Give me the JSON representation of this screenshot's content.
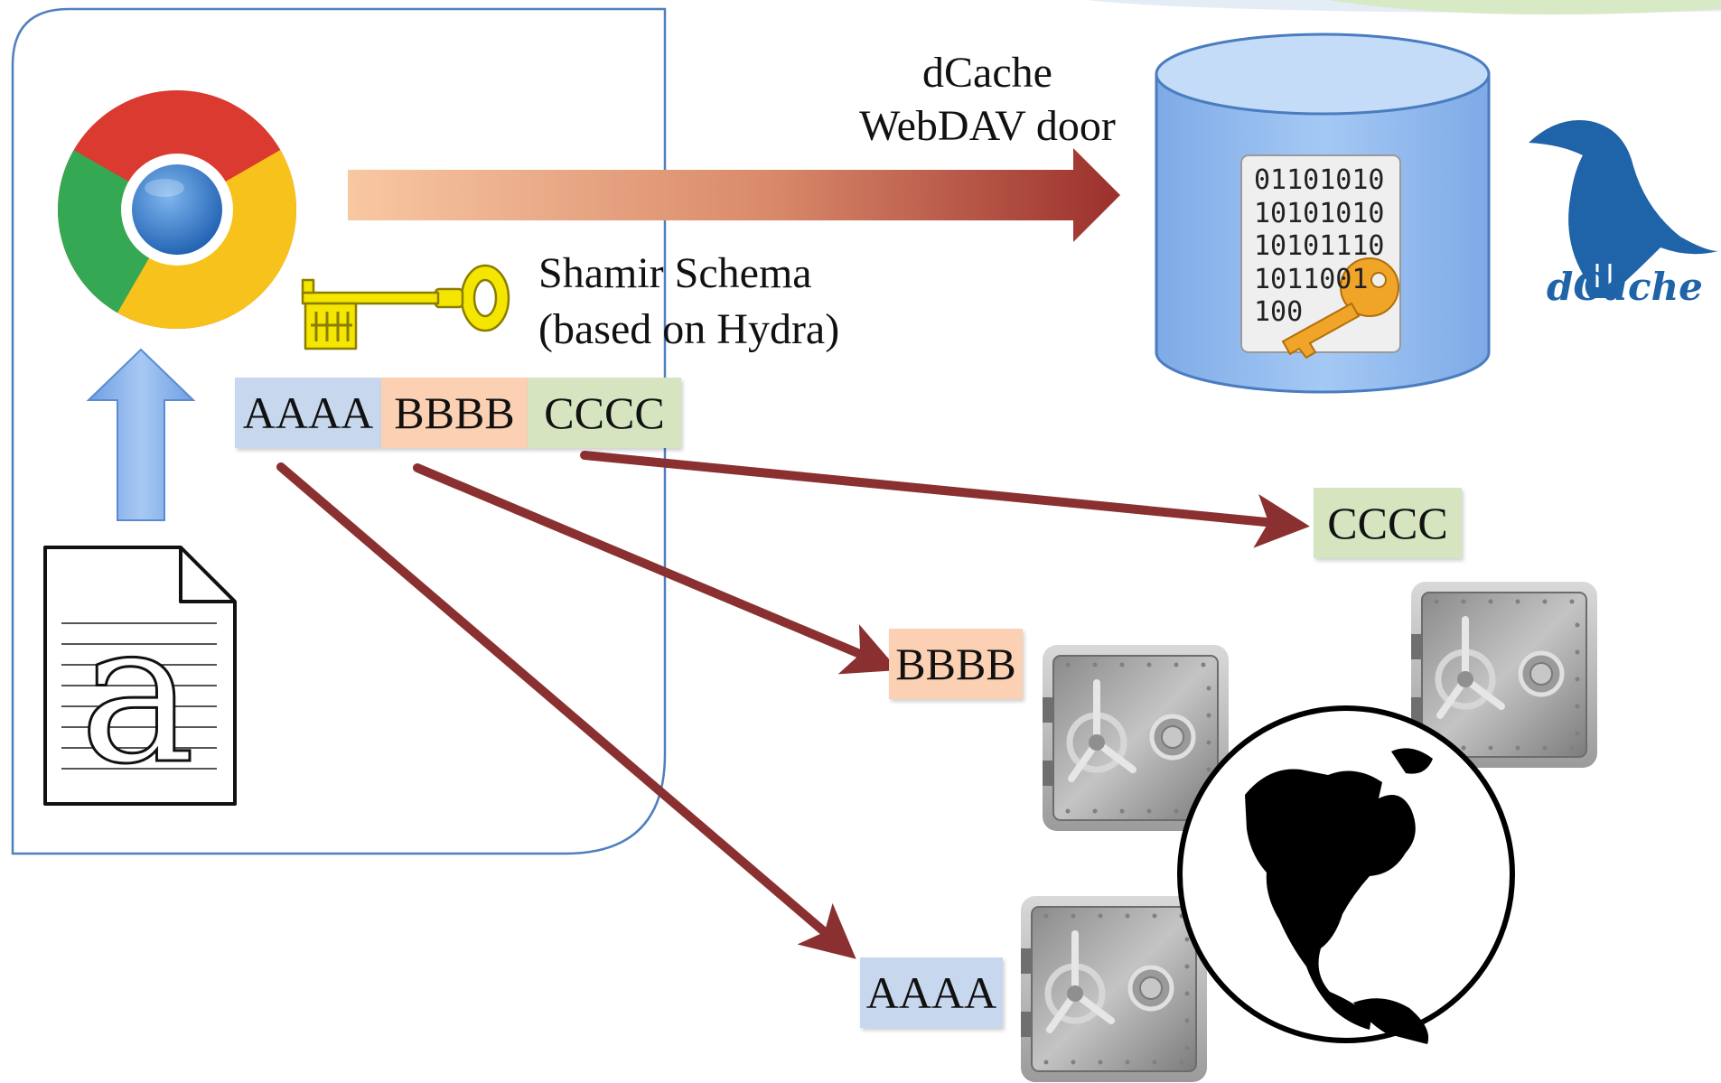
{
  "door_label": {
    "line1": "dCache",
    "line2": "WebDAV door"
  },
  "schema_label": {
    "line1": "Shamir Schema",
    "line2": "(based on Hydra)"
  },
  "shares_local": [
    "AAAA",
    "BBBB",
    "CCCC"
  ],
  "shares_remote": {
    "cccc": "CCCC",
    "bbbb": "BBBB",
    "aaaa": "AAAA"
  },
  "storage_binary": [
    "01101010",
    "10101010",
    "10101110",
    "1011001",
    "100"
  ],
  "logo": {
    "text": "dCache"
  },
  "document_glyph": "a",
  "colors": {
    "share_a": "#c7d8ee",
    "share_b": "#fbd0b3",
    "share_c": "#d6e4c0",
    "arrow": "#8b3031",
    "client_border": "#4f80bd",
    "cylinder": "#8fb9ee",
    "upload_arrow": "#8fb7ee",
    "logo": "#1f63a8",
    "key_gold": "#f0a528",
    "skeleton_key": "#f4e600"
  }
}
